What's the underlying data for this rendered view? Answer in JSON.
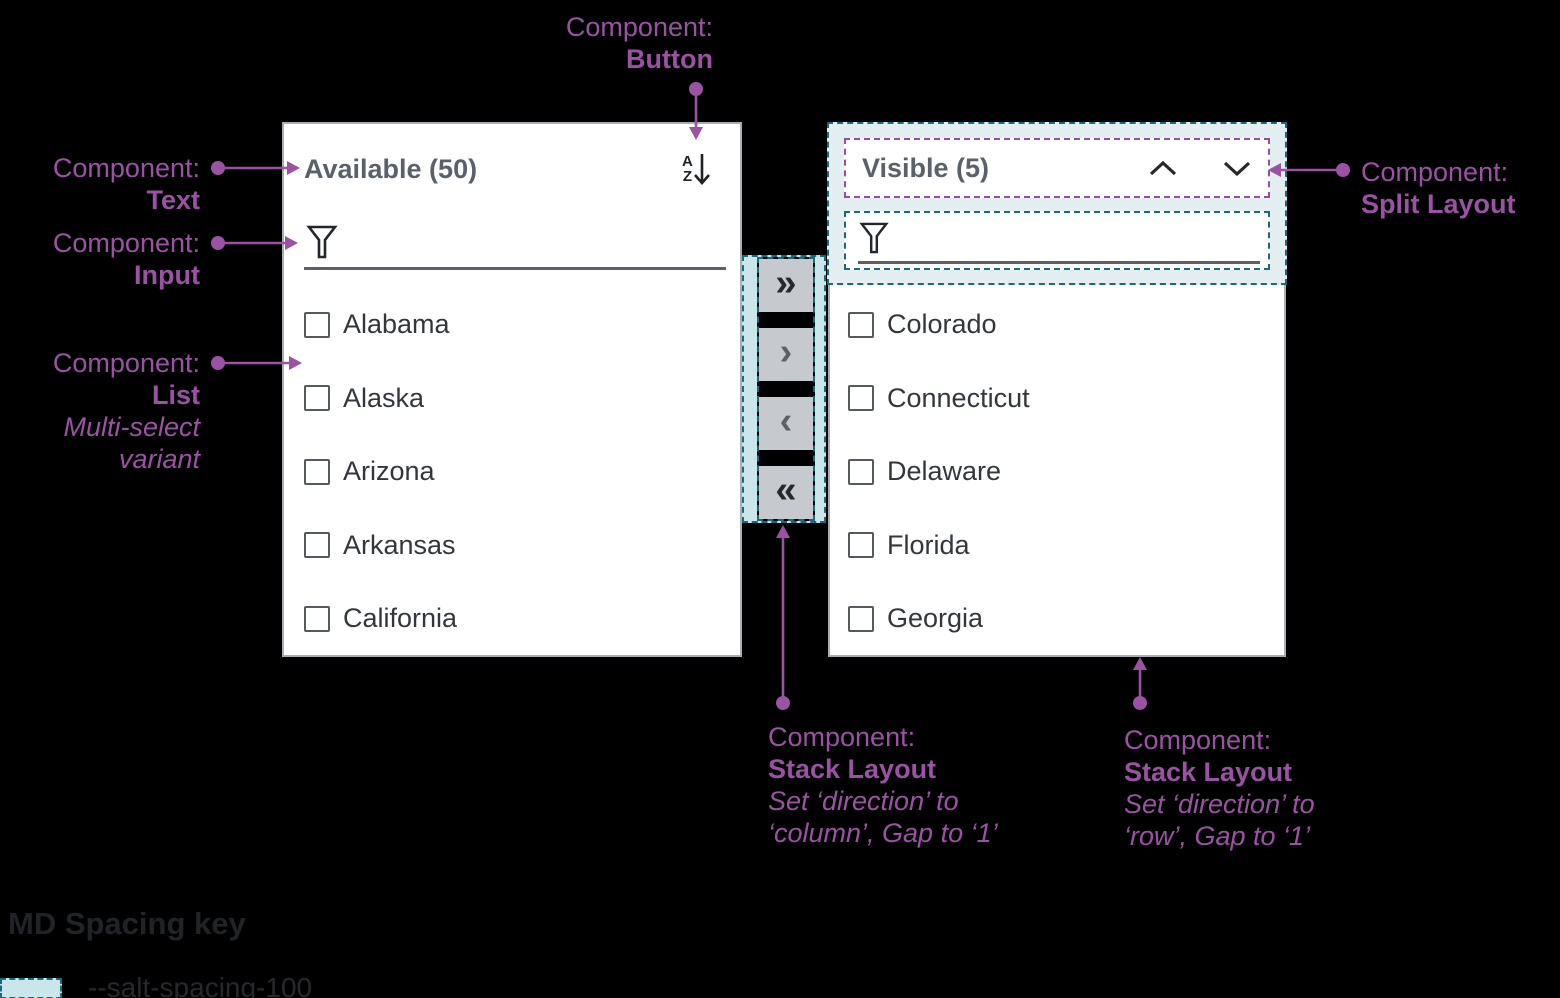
{
  "palette": {
    "background": "#000000",
    "annotation_purple": "#9c52a4",
    "split_layout_purple": "#9c4ba4",
    "spacing_teal_border": "#1a6b7a",
    "spacing_teal_fill": "#cbe6ea",
    "spacing_teal_fill_light": "#e2eef0",
    "panel_border": "#a9aeb3",
    "transfer_button_gray": "#c6c9ce"
  },
  "annotations": {
    "text": {
      "prefix": "Component:",
      "name": "Text"
    },
    "input": {
      "prefix": "Component:",
      "name": "Input"
    },
    "list": {
      "prefix": "Component:",
      "name": "List",
      "note1": "Multi-select",
      "note2": "variant"
    },
    "button": {
      "prefix": "Component:",
      "name": "Button"
    },
    "split_layout": {
      "prefix": "Component:",
      "name": "Split Layout"
    },
    "stack_layout_column": {
      "prefix": "Component:",
      "name": "Stack Layout",
      "note1": "Set ‘direction’ to",
      "note2": "‘column’, Gap to ‘1’"
    },
    "stack_layout_row": {
      "prefix": "Component:",
      "name": "Stack Layout",
      "note1": "Set ‘direction’ to",
      "note2": "‘row’, Gap to ‘1’"
    }
  },
  "available_list": {
    "header": "Available (50)",
    "sort_icon": {
      "top_letter": "A",
      "bottom_letter": "Z"
    },
    "filter_value": "",
    "items": [
      {
        "label": "Alabama",
        "checked": false
      },
      {
        "label": "Alaska",
        "checked": false
      },
      {
        "label": "Arizona",
        "checked": false
      },
      {
        "label": "Arkansas",
        "checked": false
      },
      {
        "label": "California",
        "checked": false
      }
    ]
  },
  "visible_list": {
    "header": "Visible (5)",
    "filter_value": "",
    "items": [
      {
        "label": "Colorado",
        "checked": false
      },
      {
        "label": "Connecticut",
        "checked": false
      },
      {
        "label": "Delaware",
        "checked": false
      },
      {
        "label": "Florida",
        "checked": false
      },
      {
        "label": "Georgia",
        "checked": false
      }
    ]
  },
  "transfer_buttons": [
    {
      "name": "move-all-right",
      "glyph": "»"
    },
    {
      "name": "move-right",
      "glyph": "›"
    },
    {
      "name": "move-left",
      "glyph": "‹"
    },
    {
      "name": "move-all-left",
      "glyph": "«"
    }
  ],
  "spacing_key": {
    "title": "MD Spacing key",
    "entries": [
      {
        "token": "--salt-spacing-100"
      }
    ]
  }
}
